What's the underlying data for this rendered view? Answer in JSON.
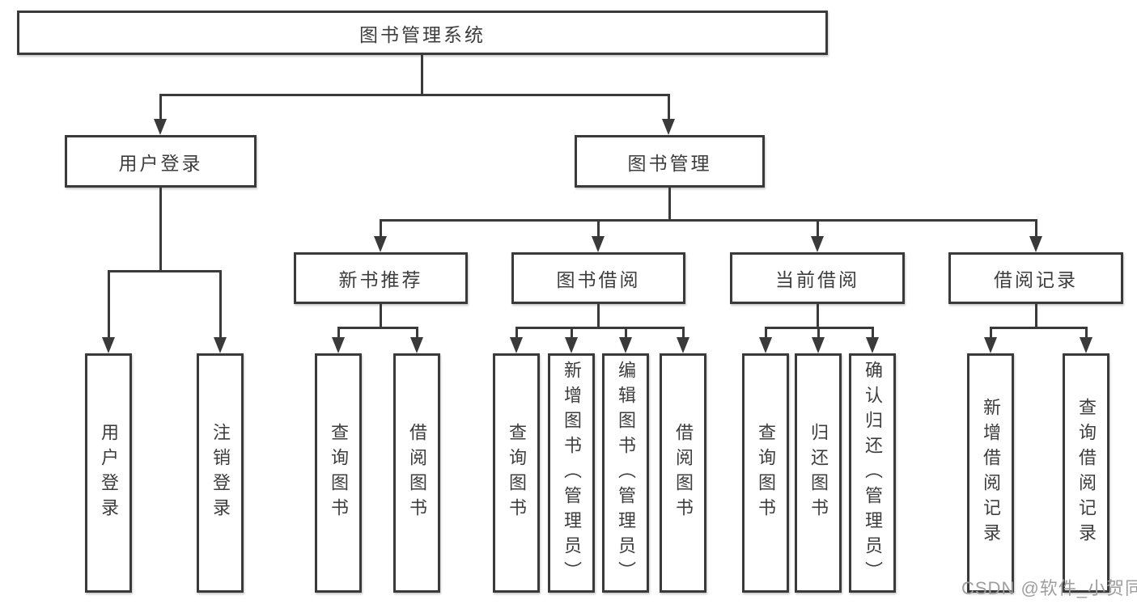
{
  "diagram": {
    "root": "图书管理系统",
    "level2": [
      "用户登录",
      "图书管理"
    ],
    "level3": [
      "新书推荐",
      "图书借阅",
      "当前借阅",
      "借阅记录"
    ],
    "leaves": [
      "用户登录",
      "注销登录",
      "查询图书",
      "借阅图书",
      "查询图书",
      "新增图书（管理员）",
      "编辑图书（管理员）",
      "借阅图书",
      "查询图书",
      "归还图书",
      "确认归还（管理员）",
      "新增借阅记录",
      "查询借阅记录"
    ]
  },
  "watermark": "CSDN @软件_小贺同学",
  "colors": {
    "line": "#3a3a3a",
    "box_border": "#3a3a3a",
    "box_fill": "#ffffff",
    "text": "#3d3d3d",
    "watermark": "#9e9e9e",
    "background": "#ffffff"
  }
}
